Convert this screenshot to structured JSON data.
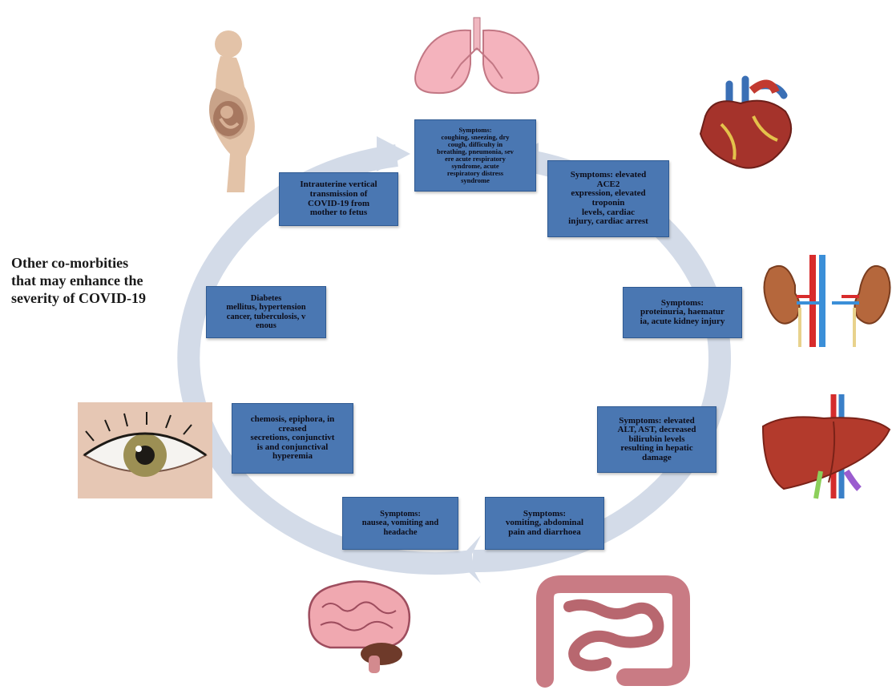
{
  "side_note": "Other co-morbities\nthat may enhance the\nseverity of COVID-19",
  "boxes": {
    "lungs": "Symptoms:\ncoughing, sneezing, dry\ncough, difficulty in\nbreathing, pneumonia, sev\nere acute respiratory\nsyndrome, acute\nrespiratory distress\nsyndrome",
    "heart": "Symptoms: elevated\nACE2\nexpression, elevated\ntroponin\nlevels, cardiac\ninjury, cardiac arrest",
    "kidney": "Symptoms:\nproteinuria, haematur\nia, acute kidney injury",
    "liver": "Symptoms: elevated\nALT, AST, decreased\nbilirubin levels\nresulting in hepatic\ndamage",
    "intestine": "Symptoms:\nvomiting, abdominal\npain and diarrhoea",
    "brain": "Symptoms:\nnausea, vomiting and\nheadache",
    "eye": "chemosis, epiphora, in\ncreased\nsecretions, conjunctivt\nis and conjunctival\nhyperemia",
    "comorbid": "Diabetes\nmellitus, hypertension\ncancer, tuberculosis, v\nenous",
    "pregnancy": "Intrauterine vertical\ntransmission of\nCOVID-19 from\nmother to fetus"
  },
  "icons": [
    "pregnant-woman-icon",
    "lungs-icon",
    "heart-icon",
    "kidneys-icon",
    "liver-icon",
    "intestines-icon",
    "brain-icon",
    "eye-icon"
  ],
  "colors": {
    "box_fill": "#4a77b2",
    "cycle_arrow": "#d3dbe8"
  }
}
